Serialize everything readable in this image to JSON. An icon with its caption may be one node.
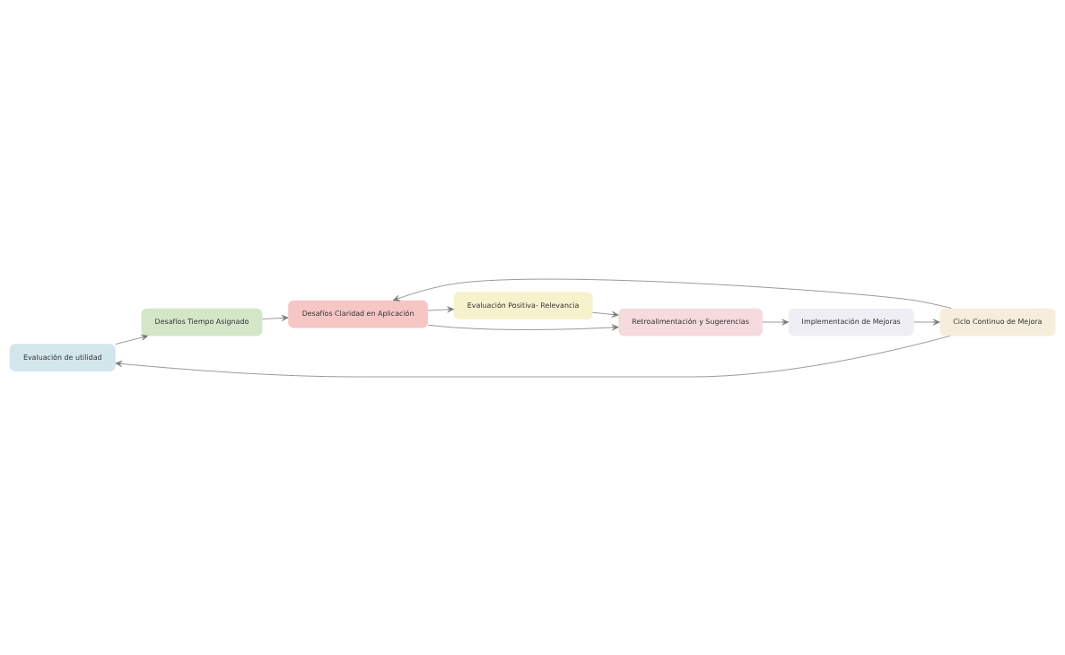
{
  "diagram": {
    "nodes": [
      {
        "text": [
          "Evaluación de utilidad"
        ]
      },
      {
        "text": [
          "Desafíos Tiempo Asignado"
        ]
      },
      {
        "text": [
          "Evaluación Positiva- Relevancia"
        ]
      },
      {
        "text": [
          "Ciclo Continuo de Mejora"
        ]
      },
      {
        "text": [
          "Desafíos Claridad en Aplicación"
        ]
      },
      {
        "text": [
          "Implementación de Mejoras"
        ]
      },
      {
        "text": [
          "Retroalimentación y Sugerencias"
        ]
      }
    ],
    "edges": [
      {
        "from": 3,
        "to": 0,
        "arrow": "to"
      },
      {
        "from": 0,
        "to": 1,
        "arrow": "to"
      },
      {
        "from": 1,
        "to": 4,
        "arrow": "to"
      },
      {
        "from": 3,
        "to": 4,
        "arrow": "to"
      },
      {
        "from": 4,
        "to": 2,
        "arrow": "to"
      },
      {
        "from": 5,
        "to": 3,
        "arrow": "to"
      },
      {
        "from": 6,
        "to": 5,
        "arrow": "to"
      },
      {
        "from": 2,
        "to": 6,
        "arrow": "to"
      },
      {
        "from": 4,
        "to": 6,
        "arrow": "to"
      }
    ]
  }
}
